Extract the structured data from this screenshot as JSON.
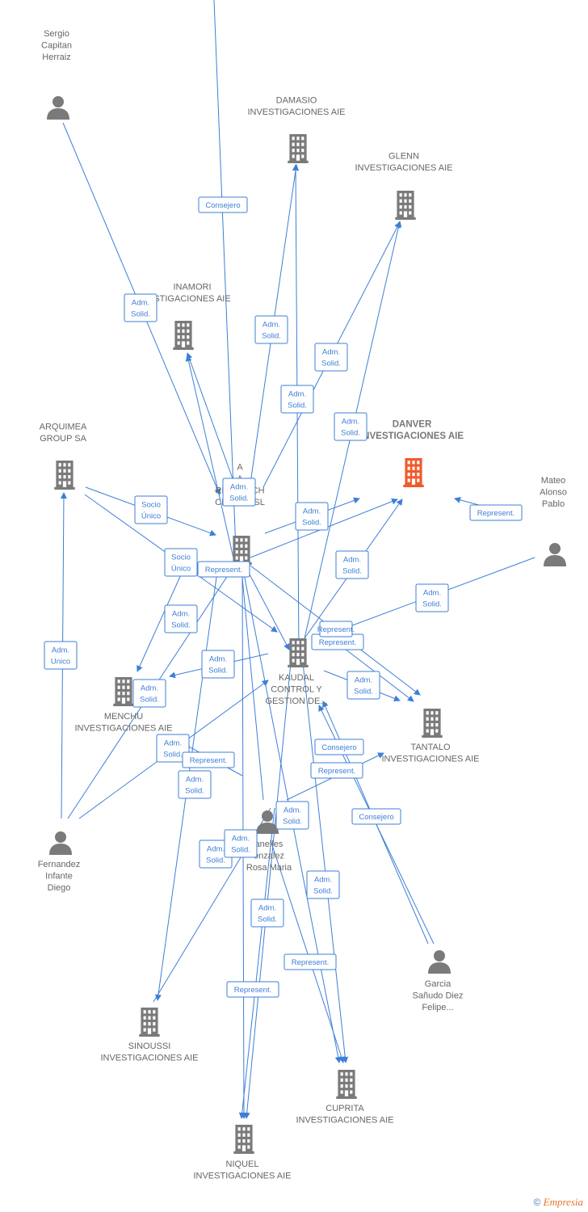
{
  "colors": {
    "edge": "#3d7fd6",
    "node": "#7a7a7a",
    "highlight": "#f15a2b"
  },
  "nodes": {
    "sergio": {
      "type": "person",
      "lines": [
        "Sergio",
        "Capitan",
        "Herraiz"
      ]
    },
    "damasio": {
      "type": "company",
      "lines": [
        "DAMASIO",
        "INVESTIGACIONES AIE"
      ]
    },
    "glenn": {
      "type": "company",
      "lines": [
        "GLENN",
        "INVESTIGACIONES AIE"
      ]
    },
    "inamori": {
      "type": "company",
      "lines": [
        "INAMORI",
        "STIGACIONES AIE"
      ]
    },
    "arquimea_group": {
      "type": "company",
      "lines": [
        "ARQUIMEA",
        "GROUP SA"
      ]
    },
    "danver": {
      "type": "company",
      "main": true,
      "lines": [
        "DANVER",
        "INVESTIGACIONES AIE"
      ]
    },
    "mateo": {
      "type": "person",
      "lines": [
        "Mateo",
        "Alonso",
        "Pablo"
      ]
    },
    "research": {
      "type": "company",
      "lines": [
        "A",
        "A",
        "RESEARCH",
        "CENTER SL"
      ]
    },
    "kaudal": {
      "type": "company",
      "lines": [
        "KAUDAL",
        "CONTROL Y",
        "GESTION DE..."
      ]
    },
    "menchu": {
      "type": "company",
      "lines": [
        "MENCHU",
        "INVESTIGACIONES AIE"
      ]
    },
    "tantalo": {
      "type": "company",
      "lines": [
        "TANTALO",
        "INVESTIGACIONES AIE"
      ]
    },
    "fernandez": {
      "type": "person",
      "lines": [
        "Fernandez",
        "Infante",
        "Diego"
      ]
    },
    "canelles": {
      "type": "person",
      "lines": [
        "anelles",
        "onzalez",
        "Rosa Maria"
      ]
    },
    "garcia": {
      "type": "person",
      "lines": [
        "Garcia",
        "Sañudo Diez",
        "Felipe..."
      ]
    },
    "sinoussi": {
      "type": "company",
      "lines": [
        "SINOUSSI",
        "INVESTIGACIONES AIE"
      ]
    },
    "cuprita": {
      "type": "company",
      "lines": [
        "CUPRITA",
        "INVESTIGACIONES AIE"
      ]
    },
    "niquel": {
      "type": "company",
      "lines": [
        "NIQUEL",
        "INVESTIGACIONES AIE"
      ]
    }
  },
  "relations": [
    {
      "lines": [
        "Consejero"
      ]
    },
    {
      "lines": [
        "Adm.",
        "Solid."
      ]
    },
    {
      "lines": [
        "Adm.",
        "Solid."
      ]
    },
    {
      "lines": [
        "Adm.",
        "Solid."
      ]
    },
    {
      "lines": [
        "Adm.",
        "Solid."
      ]
    },
    {
      "lines": [
        "Adm.",
        "Solid."
      ]
    },
    {
      "lines": [
        "Adm.",
        "Solid."
      ]
    },
    {
      "lines": [
        "Socio",
        "Único"
      ]
    },
    {
      "lines": [
        "Adm.",
        "Solid."
      ]
    },
    {
      "lines": [
        "Represent."
      ]
    },
    {
      "lines": [
        "Socio",
        "Único"
      ]
    },
    {
      "lines": [
        "Represent."
      ]
    },
    {
      "lines": [
        "Adm.",
        "Solid."
      ]
    },
    {
      "lines": [
        "Adm.",
        "Solid."
      ]
    },
    {
      "lines": [
        "Adm.",
        "Solid."
      ]
    },
    {
      "lines": [
        "Adm.",
        "Unico"
      ]
    },
    {
      "lines": [
        "Adm.",
        "Solid."
      ]
    },
    {
      "lines": [
        "Adm.",
        "Solid."
      ]
    },
    {
      "lines": [
        "Adm.",
        "Solid."
      ]
    },
    {
      "lines": [
        "Adm.",
        "Solid."
      ]
    },
    {
      "lines": [
        "Represent."
      ]
    },
    {
      "lines": [
        "Represent."
      ]
    },
    {
      "lines": [
        "Represent."
      ]
    },
    {
      "lines": [
        "Consejero"
      ]
    },
    {
      "lines": [
        "Represent."
      ]
    },
    {
      "lines": [
        "Consejero"
      ]
    },
    {
      "lines": [
        "Adm.",
        "Solid."
      ]
    },
    {
      "lines": [
        "Adm.",
        "Solid."
      ]
    },
    {
      "lines": [
        "Adm.",
        "Solid."
      ]
    },
    {
      "lines": [
        "Adm.",
        "Solid."
      ]
    },
    {
      "lines": [
        "Adm.",
        "Solid."
      ]
    },
    {
      "lines": [
        "Represent."
      ]
    },
    {
      "lines": [
        "Represent."
      ]
    },
    {
      "lines": [
        "Adm.",
        "Solid."
      ]
    }
  ],
  "footer": {
    "copyright": "©",
    "brand": "Empresia"
  }
}
